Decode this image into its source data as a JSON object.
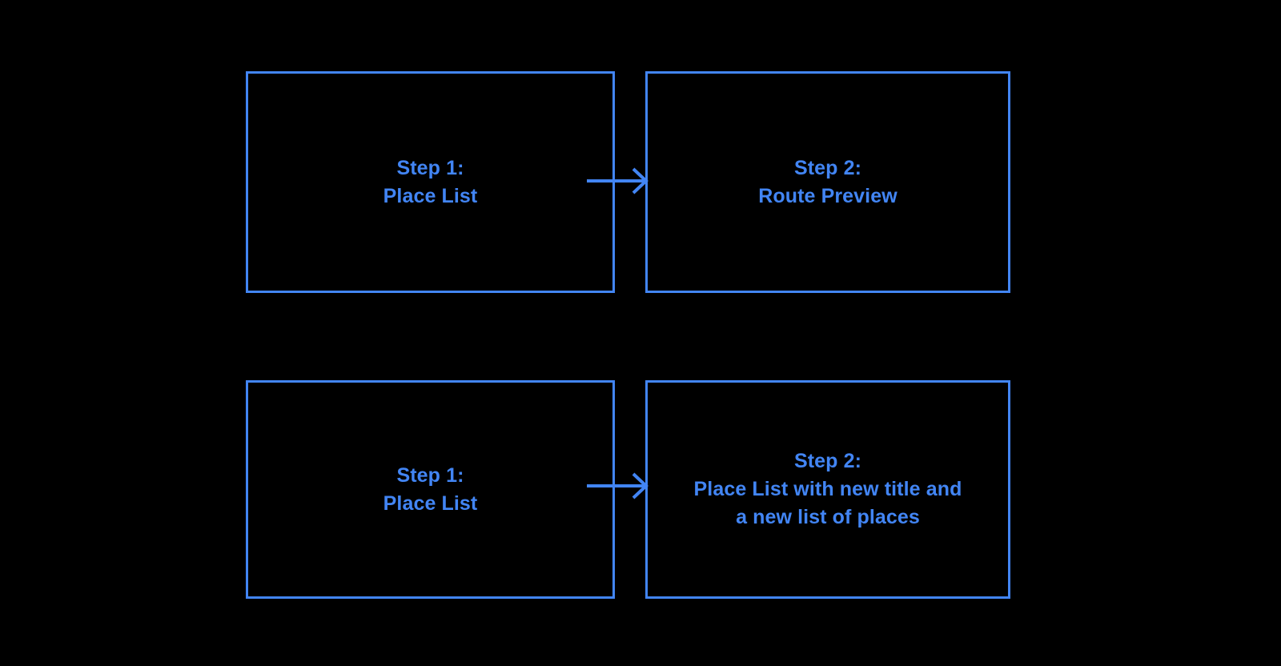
{
  "diagram": {
    "background_color": "#000000",
    "accent_color": "#4285F4",
    "rows": [
      {
        "name": "route-preview-flow",
        "from": {
          "id": "step1-top",
          "label": "Step 1:\nPlace List"
        },
        "arrow": {
          "name": "arrow-right-icon",
          "direction": "right"
        },
        "to": {
          "id": "step2-top",
          "label": "Step 2:\nRoute Preview"
        }
      },
      {
        "name": "place-list-update-flow",
        "from": {
          "id": "step1-bottom",
          "label": "Step 1:\nPlace List"
        },
        "arrow": {
          "name": "arrow-right-icon",
          "direction": "right"
        },
        "to": {
          "id": "step2-bottom",
          "label": "Step 2:\nPlace List with new title and\na new list of places"
        }
      }
    ]
  }
}
